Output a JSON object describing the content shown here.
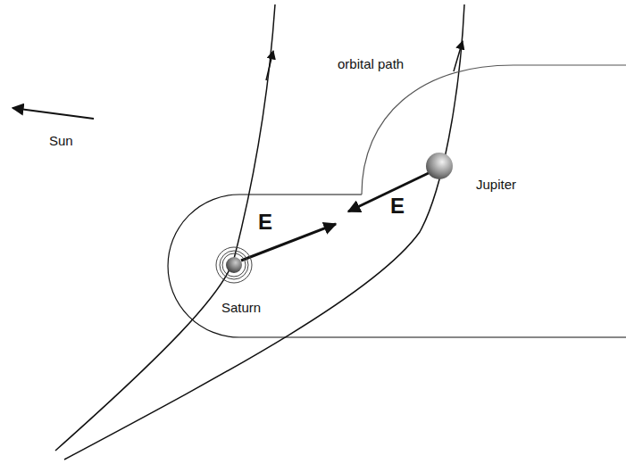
{
  "diagram": {
    "labels": [
      "Sun",
      "orbital path",
      "E",
      "E",
      "Jupiter",
      "Saturn"
    ]
  }
}
